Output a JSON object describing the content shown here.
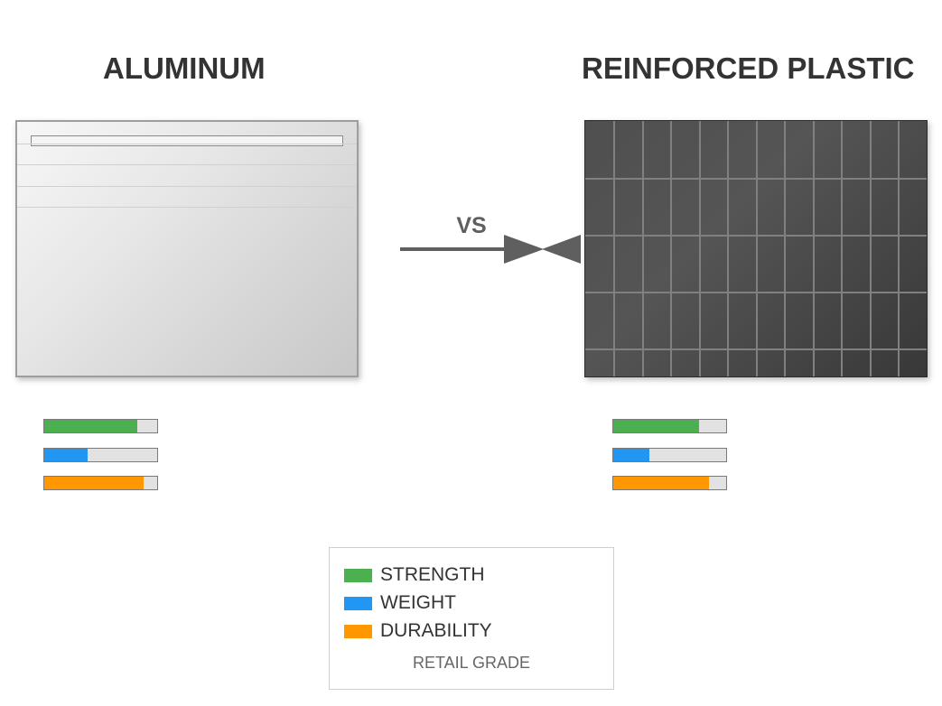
{
  "left": {
    "title": "ALUMINUM",
    "metrics": [
      {
        "key": "strength",
        "level": 0.82
      },
      {
        "key": "weight",
        "level": 0.38
      },
      {
        "key": "durability",
        "level": 0.88
      }
    ]
  },
  "right": {
    "title": "REINFORCED PLASTIC",
    "metrics": [
      {
        "key": "strength",
        "level": 0.76
      },
      {
        "key": "weight",
        "level": 0.32
      },
      {
        "key": "durability",
        "level": 0.85
      }
    ]
  },
  "vs": {
    "label": "VS",
    "color": "#5f5f5f"
  },
  "legend": {
    "items": [
      {
        "label": "STRENGTH",
        "color": "#4caf50"
      },
      {
        "label": "WEIGHT",
        "color": "#2196f3"
      },
      {
        "label": "DURABILITY",
        "color": "#ff9800"
      }
    ],
    "note": "RETAIL GRADE"
  },
  "colors": {
    "bar_track": "#e2e2e2",
    "title_text": "#333333"
  }
}
